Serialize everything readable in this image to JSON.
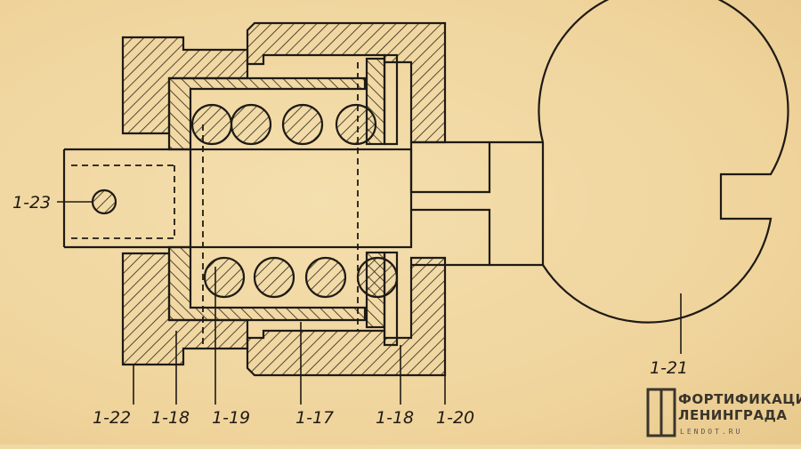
{
  "labels": {
    "l_1_23": "1-23",
    "l_1_22": "1-22",
    "l_1_18_left": "1-18",
    "l_1_19": "1-19",
    "l_1_17": "1-17",
    "l_1_18_right": "1-18",
    "l_1_20": "1-20",
    "l_1_21": "1-21"
  },
  "watermark": {
    "line1": "ФОРТИФИКАЦИЯ",
    "line2": "ЛЕНИНГРАДА",
    "line3": "LENDOT.RU"
  },
  "colors": {
    "paper": "#f1d9a4",
    "ink": "#1e1a14"
  }
}
